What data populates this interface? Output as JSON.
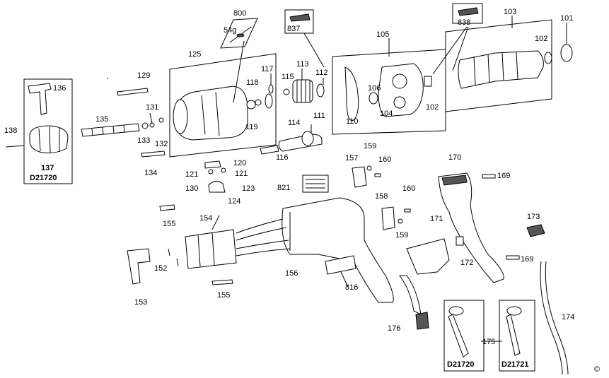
{
  "weight_note": "54g",
  "copyright": "©",
  "callouts": {
    "p800": "800",
    "p837": "837",
    "p838": "838",
    "p103": "103",
    "p101": "101",
    "p105": "105",
    "p102a": "102",
    "p102b": "102",
    "p125": "125",
    "p129": "129",
    "p136": "136",
    "p113": "113",
    "p117": "117",
    "p115": "115",
    "p112": "112",
    "p118": "118",
    "p106": "106",
    "p104": "104",
    "p110": "110",
    "p131": "131",
    "p135": "135",
    "p119": "119",
    "p114": "114",
    "p111": "111",
    "p138": "138",
    "p133": "133",
    "p132": "132",
    "p137": "137",
    "p116": "116",
    "p159a": "159",
    "p157": "157",
    "p160a": "160",
    "p170": "170",
    "p134": "134",
    "p120": "120",
    "p121a": "121",
    "p121b": "121",
    "p169a": "169",
    "p130": "130",
    "p123": "123",
    "p821": "821",
    "p124": "124",
    "p158": "158",
    "p160b": "160",
    "p173": "173",
    "p155a": "155",
    "p154": "154",
    "p171": "171",
    "p159b": "159",
    "p172": "172",
    "p169b": "169",
    "p152": "152",
    "p156": "156",
    "p816": "816",
    "p155b": "155",
    "p153": "153",
    "p175": "175",
    "p174": "174",
    "p176": "176"
  },
  "model_labels": {
    "chuck": "D21720",
    "handle_a": "D21720",
    "handle_b": "D21721"
  }
}
